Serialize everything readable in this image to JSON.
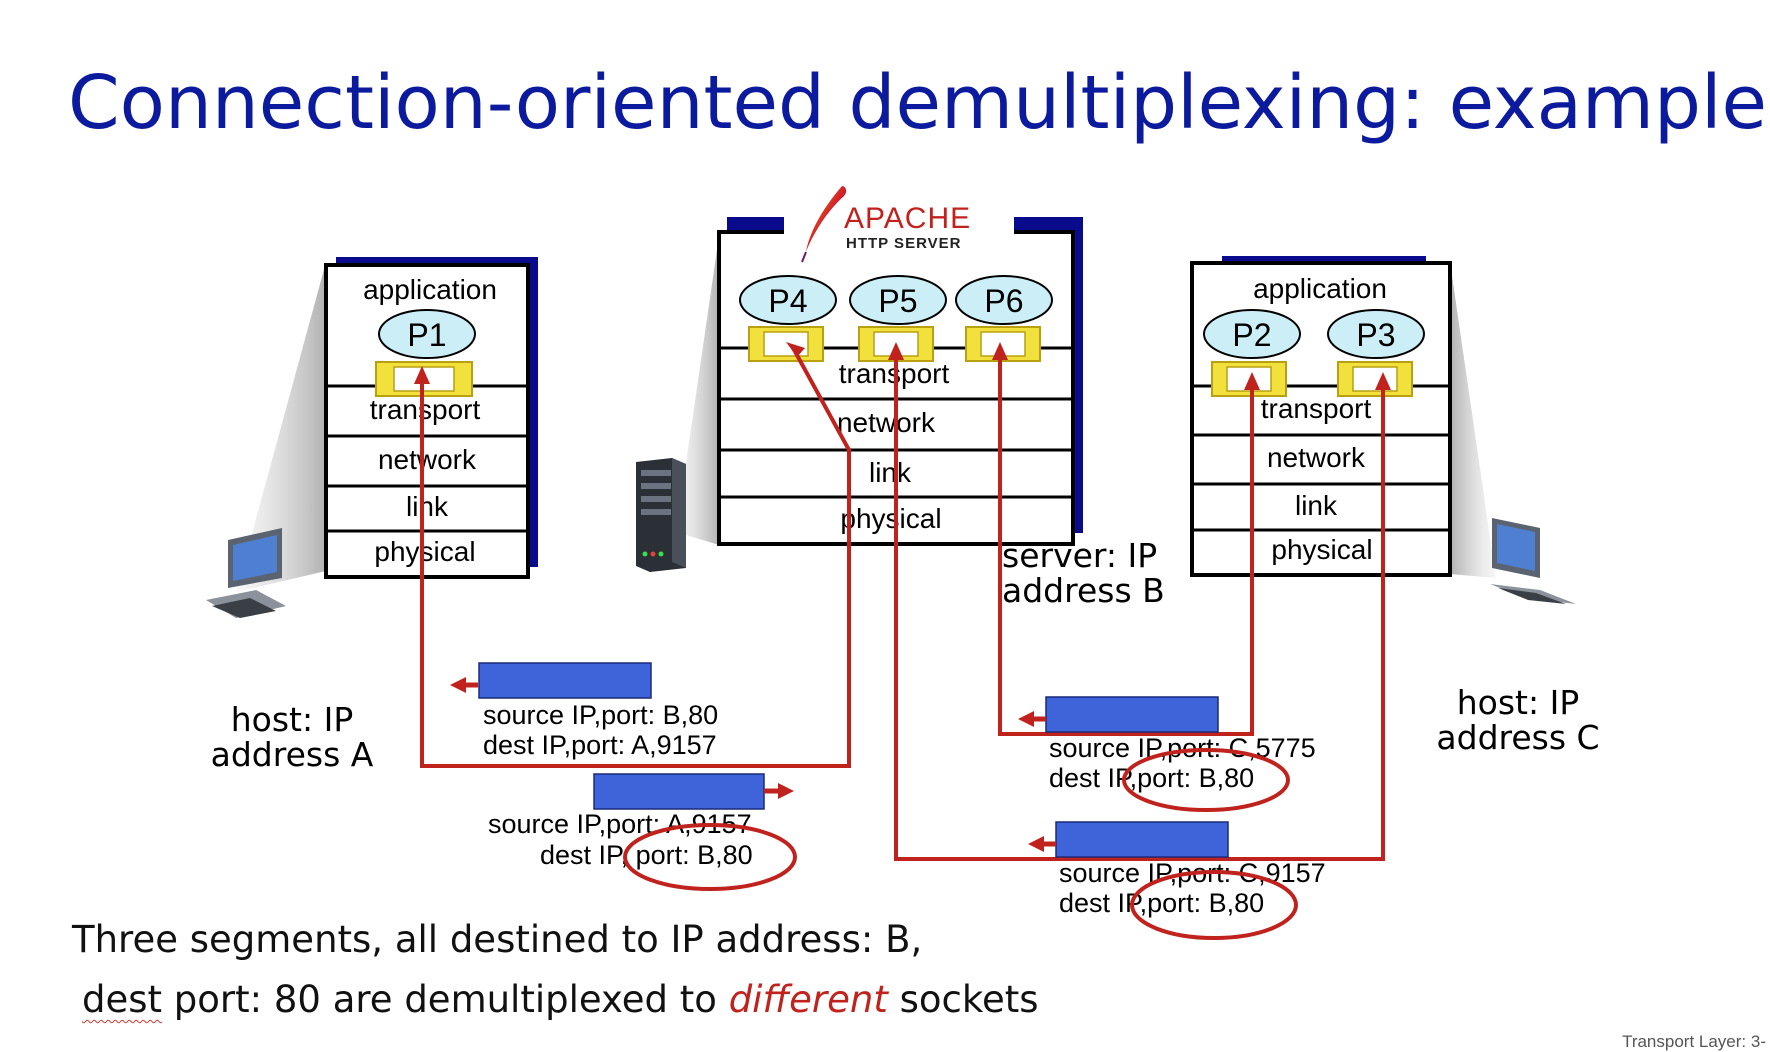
{
  "title": "Connection-oriented demultiplexing: example",
  "apache_logo": {
    "name": "APACHE",
    "tagline": "HTTP SERVER"
  },
  "host_a": {
    "label_line1": "host: IP",
    "label_line2": "address A",
    "layers": [
      "application",
      "transport",
      "network",
      "link",
      "physical"
    ],
    "processes": [
      "P1"
    ]
  },
  "server": {
    "label_line1": "server: IP",
    "label_line2": "address B",
    "layers": [
      "transport",
      "network",
      "link",
      "physical"
    ],
    "processes": [
      "P4",
      "P5",
      "P6"
    ]
  },
  "host_c": {
    "label_line1": "host: IP",
    "label_line2": "address C",
    "layers": [
      "application",
      "transport",
      "network",
      "link",
      "physical"
    ],
    "processes": [
      "P2",
      "P3"
    ]
  },
  "segments": [
    {
      "source": "source IP,port: B,80",
      "dest": "dest IP,port: A,9157"
    },
    {
      "source": "source IP,port: A,9157",
      "dest": "dest IP, port: B,80"
    },
    {
      "source": "source IP,port: C,5775",
      "dest": "dest IP,port: B,80"
    },
    {
      "source": "source IP,port: C,9157",
      "dest": "dest IP,port: B,80"
    }
  ],
  "caption": {
    "line1": "Three segments, all destined to IP address: B,",
    "line2_start": "dest",
    "line2_middle": " port: 80 are demultiplexed to ",
    "line2_emph": "different",
    "line2_end": " sockets"
  },
  "footer": "Transport Layer: 3-",
  "colors": {
    "title": "#0c1a9e",
    "arrow": "#c0231d",
    "segment_box": "#3f63d8",
    "socket": "#f2e03c",
    "process_oval": "#cbeef7",
    "stack_shadow": "#0a0a8c"
  }
}
